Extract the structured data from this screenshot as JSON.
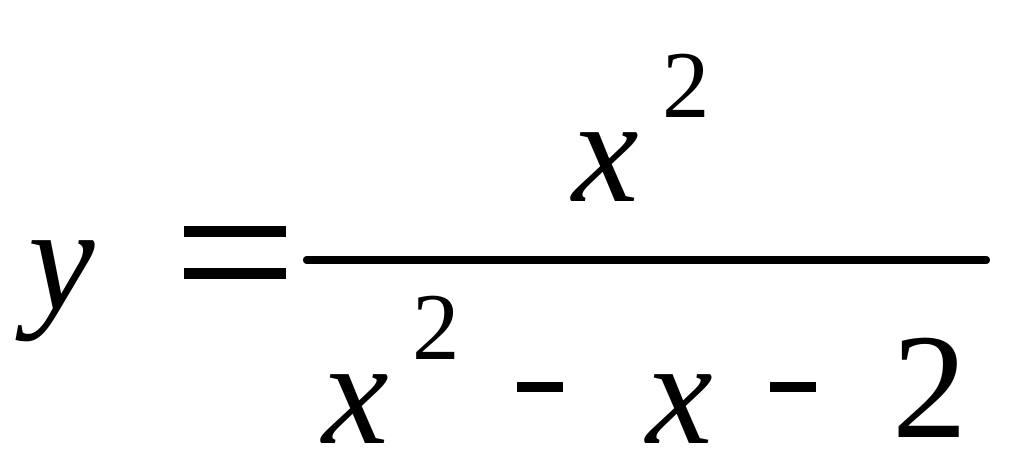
{
  "equation": {
    "lhs": "y",
    "equals": "=",
    "numerator": {
      "base": "x",
      "exponent": "2"
    },
    "denominator": {
      "term1_base": "x",
      "term1_exponent": "2",
      "op1": "-",
      "term2": "x",
      "op2": "-",
      "term3": "2"
    }
  }
}
